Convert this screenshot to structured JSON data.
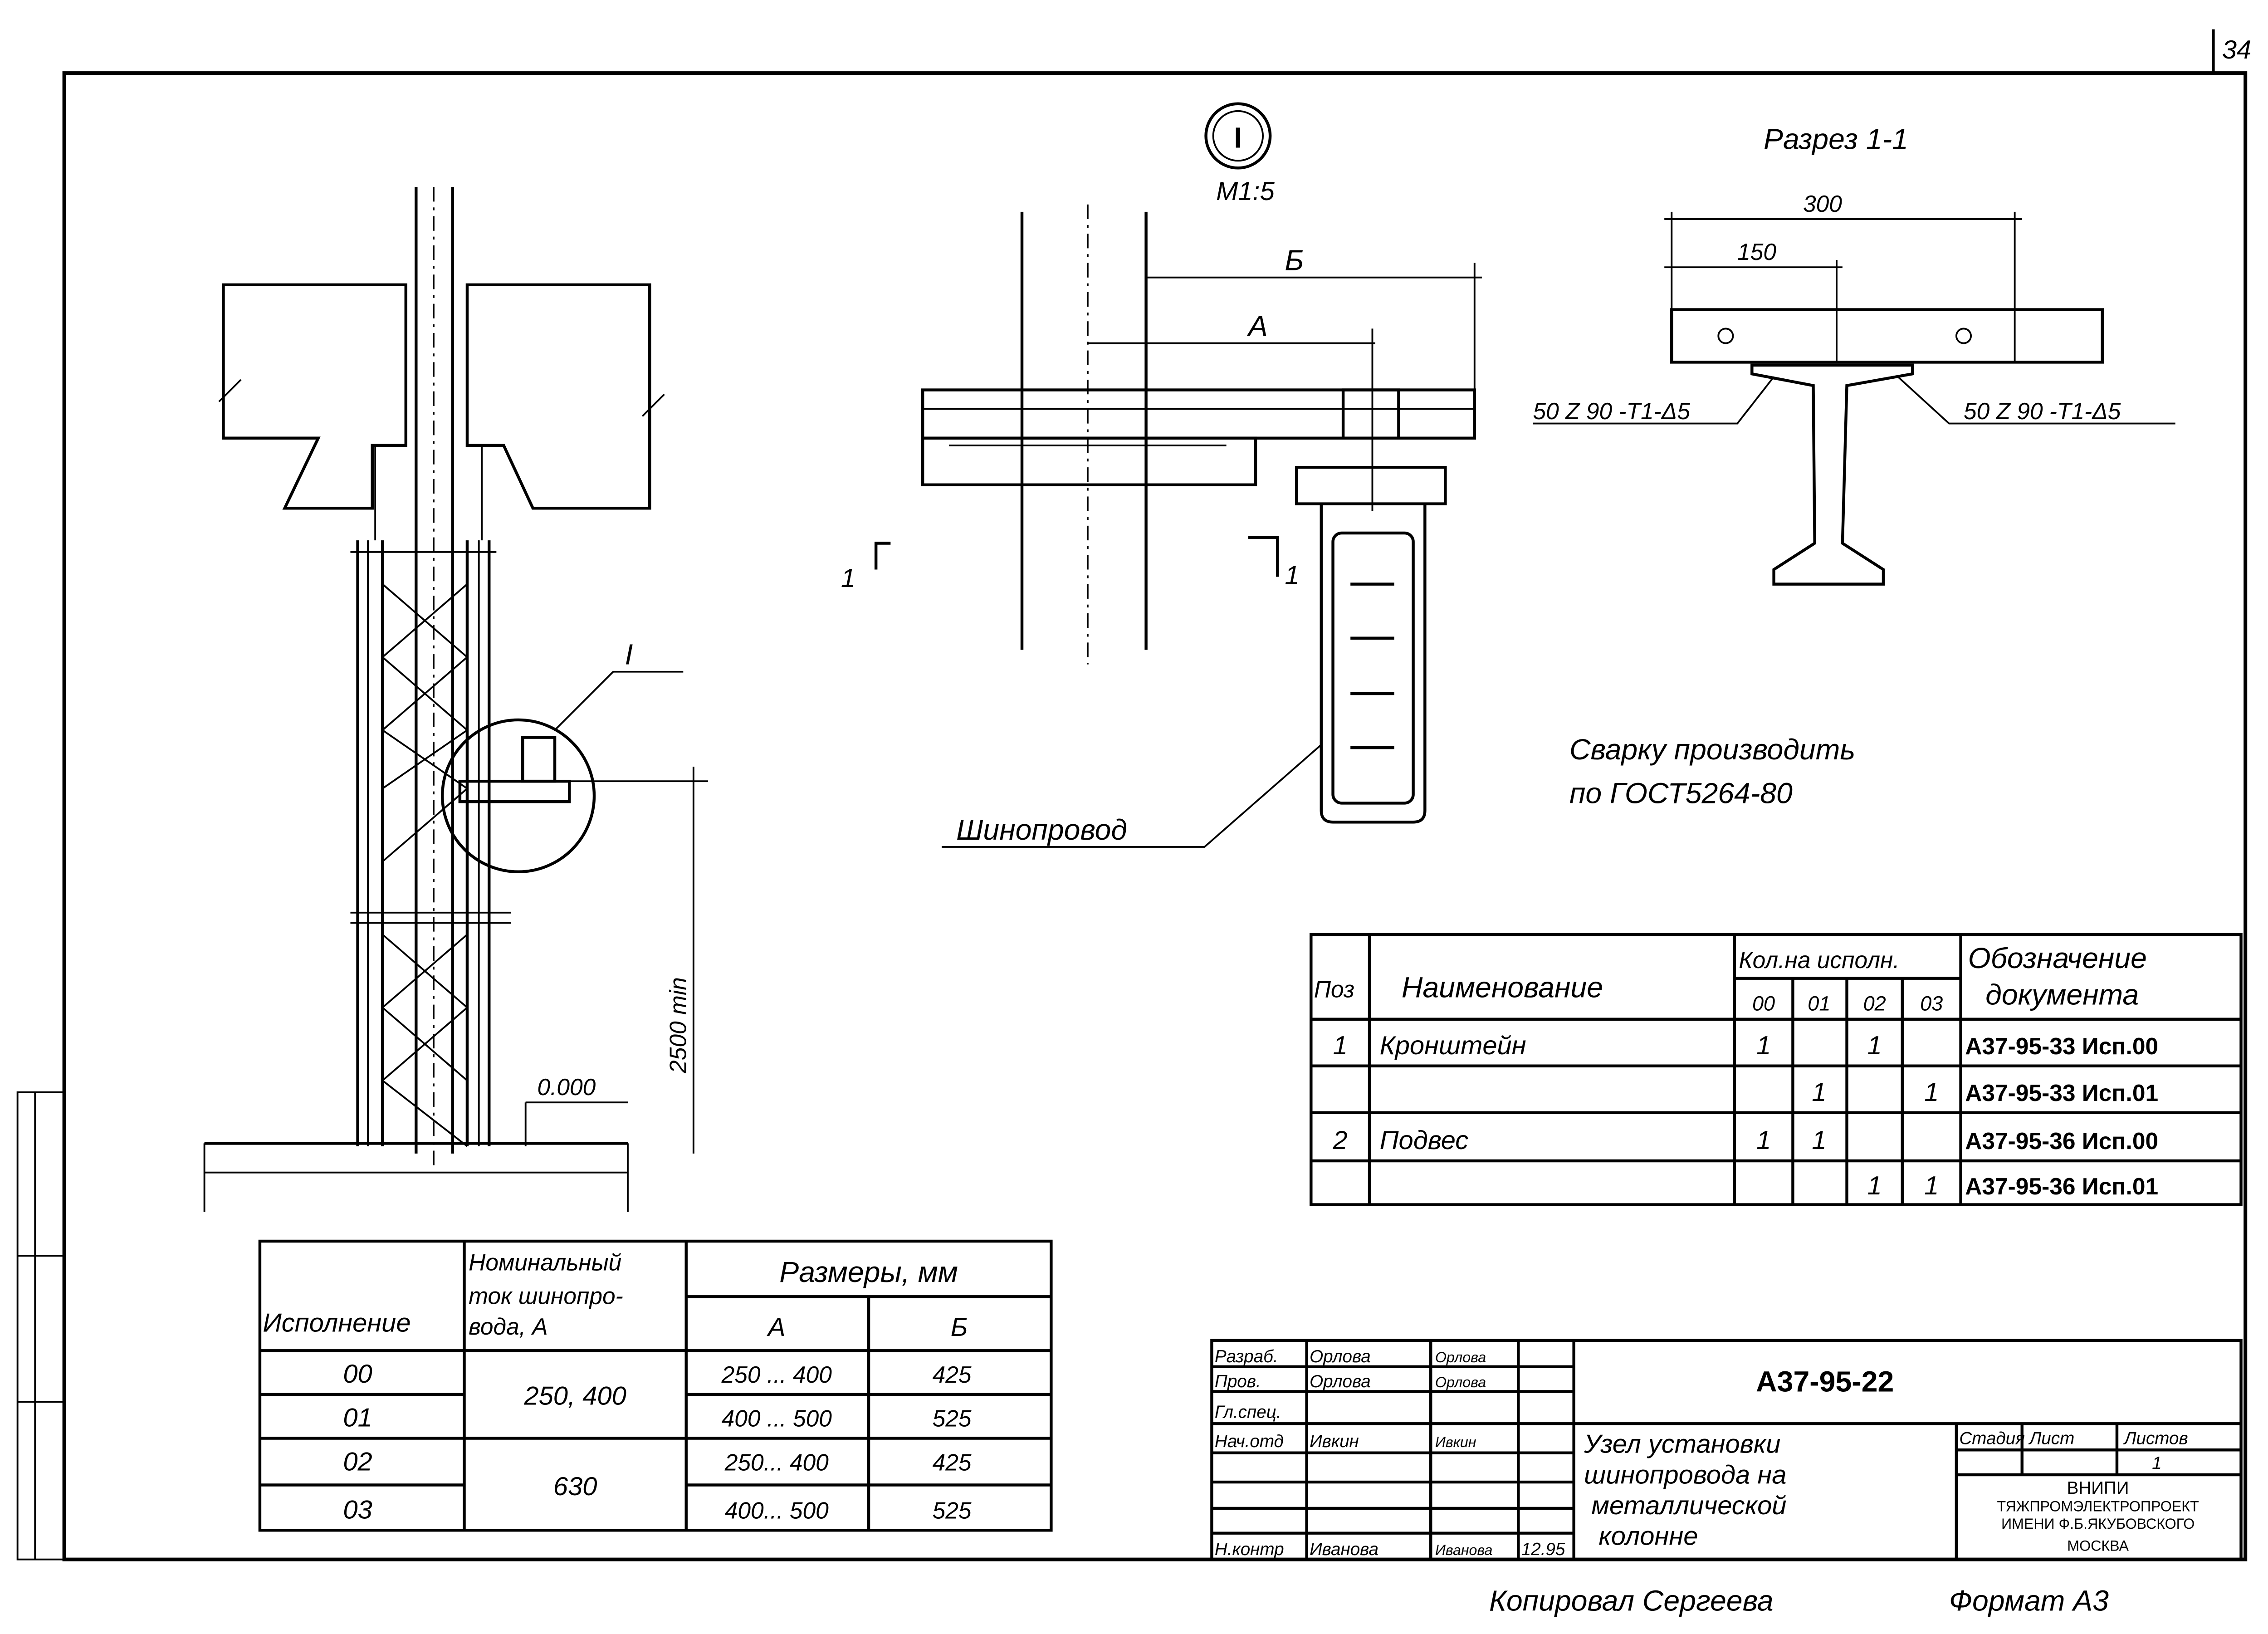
{
  "sheet_number": "34",
  "detail_marker": {
    "symbol": "I",
    "scale": "М1:5"
  },
  "elevation": {
    "callout": "I",
    "dimension": "2500 min",
    "level": "0.000"
  },
  "detail": {
    "dim_b": "Б",
    "dim_a": "А",
    "section_mark": "1",
    "busbar_label": "Шинопровод"
  },
  "section": {
    "title": "Разрез 1-1",
    "dim_total": "300",
    "dim_half": "150",
    "weld_left": "50 Z 90 -T1-Δ5",
    "weld_right": "50 Z 90 -T1-Δ5"
  },
  "note": {
    "line1": "Сварку производить",
    "line2": "по ГОСТ5264-80"
  },
  "spec_table": {
    "headers": {
      "pos": "Поз",
      "name": "Наименование",
      "qty": "Кол.на исполн.",
      "variants": [
        "00",
        "01",
        "02",
        "03"
      ],
      "doc_line1": "Обозначение",
      "doc_line2": "документа"
    },
    "rows": [
      {
        "pos": "1",
        "name": "Кронштейн",
        "q": [
          "1",
          "",
          "1",
          ""
        ],
        "doc": "А37-95-33 Исп.00"
      },
      {
        "pos": "",
        "name": "",
        "q": [
          "",
          "1",
          "",
          "1"
        ],
        "doc": "А37-95-33 Исп.01"
      },
      {
        "pos": "2",
        "name": "Подвес",
        "q": [
          "1",
          "1",
          "",
          ""
        ],
        "doc": "А37-95-36 Исп.00"
      },
      {
        "pos": "",
        "name": "",
        "q": [
          "",
          "",
          "1",
          "1"
        ],
        "doc": "А37-95-36 Исп.01"
      }
    ]
  },
  "size_table": {
    "headers": {
      "variant": "Исполнение",
      "current_1": "Номинальный",
      "current_2": "ток шинопро-",
      "current_3": "вода, А",
      "sizes": "Размеры, мм",
      "a": "А",
      "b": "Б"
    },
    "current_groups": [
      "250, 400",
      "630"
    ],
    "rows": [
      {
        "variant": "00",
        "a": "250 ... 400",
        "b": "425"
      },
      {
        "variant": "01",
        "a": "400 ... 500",
        "b": "525"
      },
      {
        "variant": "02",
        "a": "250... 400",
        "b": "425"
      },
      {
        "variant": "03",
        "a": "400... 500",
        "b": "525"
      }
    ]
  },
  "title_block": {
    "roles": [
      {
        "role": "Разраб.",
        "name": "Орлова",
        "sign": "Орлова",
        "date": ""
      },
      {
        "role": "Пров.",
        "name": "Орлова",
        "sign": "Орлова",
        "date": ""
      },
      {
        "role": "Гл.спец.",
        "name": "",
        "sign": "",
        "date": ""
      },
      {
        "role": "Нач.отд",
        "name": "Ивкин",
        "sign": "Ивкин",
        "date": ""
      },
      {
        "role": "",
        "name": "",
        "sign": "",
        "date": ""
      },
      {
        "role": "",
        "name": "",
        "sign": "",
        "date": ""
      },
      {
        "role": "",
        "name": "",
        "sign": "",
        "date": ""
      },
      {
        "role": "Н.контр",
        "name": "Иванова",
        "sign": "Иванова",
        "date": "12.95"
      }
    ],
    "designation": "А37-95-22",
    "title_lines": [
      "Узел установки",
      "шинопровода на",
      "металлической",
      "колонне"
    ],
    "stage_label": "Стадия",
    "sheet_label": "Лист",
    "sheets_label": "Листов",
    "stage": "",
    "sheet": "",
    "sheets": "1",
    "org_lines": [
      "ВНИПИ",
      "ТЯЖПРОМЭЛЕКТРОПРОЕКТ",
      "ИМЕНИ Ф.Б.ЯКУБОВСКОГО",
      "МОСКВА"
    ]
  },
  "footer": {
    "copied": "Копировал Сергеева",
    "format": "Формат А3"
  }
}
